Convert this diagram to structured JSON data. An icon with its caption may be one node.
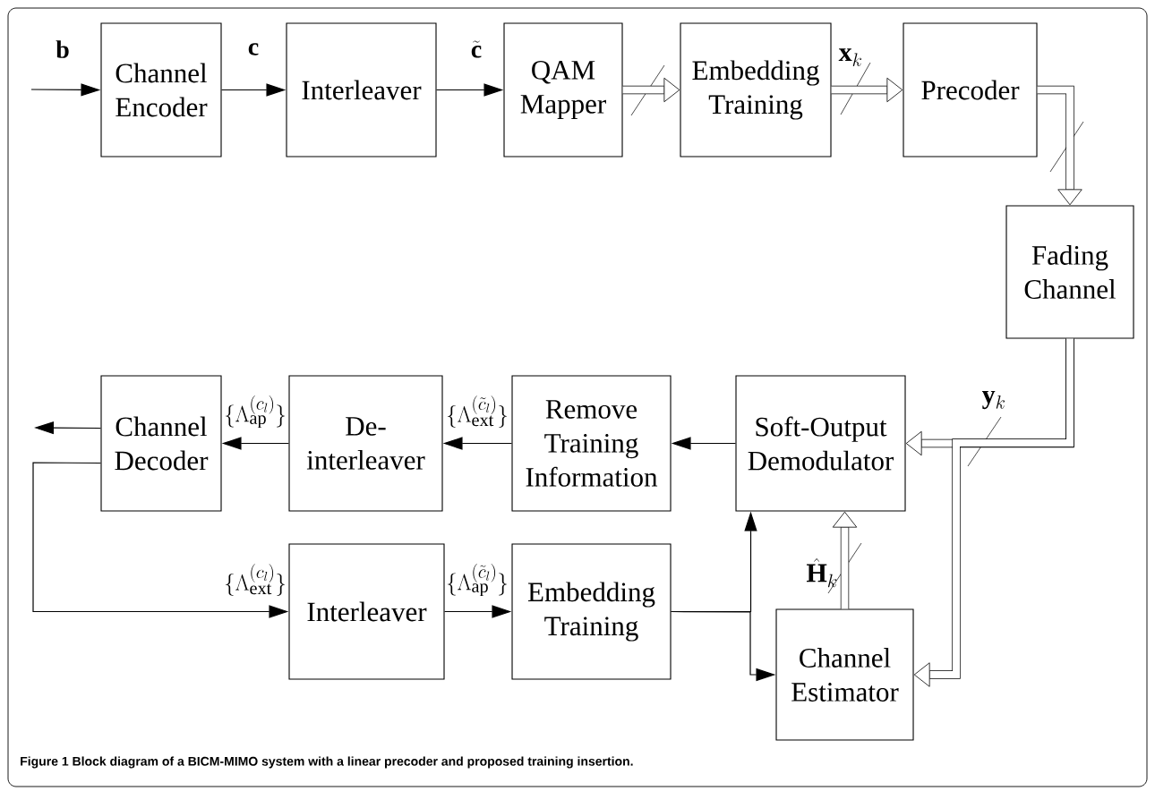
{
  "diagram": {
    "caption": "Figure 1 Block diagram of a BICM-MIMO system with a linear precoder and proposed training insertion.",
    "nodes": [
      {
        "text": [
          "Channel Encoder"
        ]
      },
      {
        "text": [
          "Interleaver"
        ]
      },
      {
        "text": [
          "QAM Mapper"
        ]
      },
      {
        "text": [
          "Embedding Training"
        ]
      },
      {
        "text": [
          "Precoder"
        ]
      },
      {
        "text": [
          "Fading Channel"
        ]
      },
      {
        "text": [
          "Channel Decoder"
        ]
      },
      {
        "text": [
          "De-interleaver"
        ]
      },
      {
        "text": [
          "Remove Training Information"
        ]
      },
      {
        "text": [
          "Soft-Output Demodulator"
        ]
      },
      {
        "text": [
          "Interleaver"
        ]
      },
      {
        "text": [
          "Embedding Training"
        ]
      },
      {
        "text": [
          "Channel Estimator"
        ]
      }
    ],
    "edges": [
      {
        "from": null,
        "to": 0,
        "arrow": "to",
        "label": "\\mathbf{b}"
      },
      {
        "from": 0,
        "to": 1,
        "arrow": "to",
        "label": "\\mathbf{c}"
      },
      {
        "from": 1,
        "to": 2,
        "arrow": "to",
        "label": "\\tilde{\\mathbf{c}}"
      },
      {
        "from": 2,
        "to": 3,
        "arrow": "to",
        "style": "thick"
      },
      {
        "from": 3,
        "to": 4,
        "arrow": "to",
        "style": "thick",
        "label": "\\mathbf{x}_k"
      },
      {
        "from": 4,
        "to": 5,
        "arrow": "to",
        "style": "thick"
      },
      {
        "from": 5,
        "to": 9,
        "arrow": "to",
        "style": "thick",
        "label": "\\mathbf{y}_k"
      },
      {
        "from": 5,
        "to": 12,
        "arrow": "to",
        "style": "thick"
      },
      {
        "from": 12,
        "to": 9,
        "arrow": "to",
        "style": "thick",
        "label": "\\hat{\\mathbf{H}}_k"
      },
      {
        "from": 9,
        "to": 8,
        "arrow": "to"
      },
      {
        "from": 8,
        "to": 7,
        "arrow": "to",
        "label": "\\{\\Lambda_{\\mathrm{ext}}^{(\\tilde{c}_l)}\\}"
      },
      {
        "from": 7,
        "to": 6,
        "arrow": "to",
        "label": "\\{\\Lambda_{\\mathrm{ap}}^{(c_l)}\\}"
      },
      {
        "from": 6,
        "to": null,
        "arrow": "to"
      },
      {
        "from": 6,
        "to": 10,
        "arrow": "to",
        "label": "\\{\\Lambda_{\\mathrm{ext}}^{(c_l)}\\}"
      },
      {
        "from": 10,
        "to": 11,
        "arrow": "to",
        "label": "\\{\\Lambda_{\\mathrm{ap}}^{(\\tilde{c}_l)}\\}"
      },
      {
        "from": 11,
        "to": 9,
        "arrow": "to"
      },
      {
        "from": 11,
        "to": 12,
        "arrow": "to"
      }
    ]
  }
}
